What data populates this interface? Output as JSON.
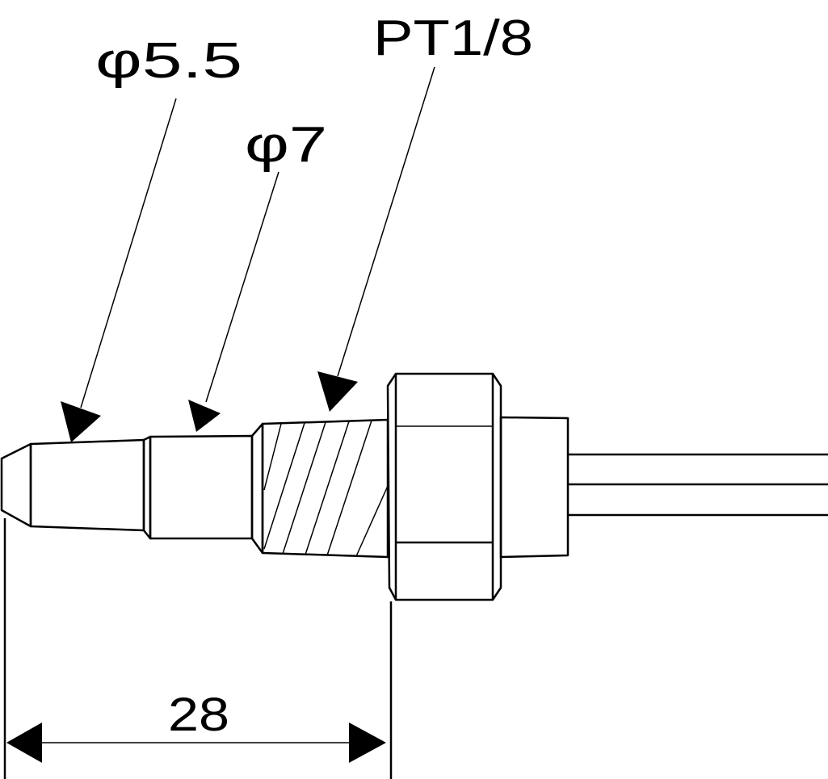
{
  "labels": {
    "tip_diameter": "φ5.5",
    "body_diameter": "φ7",
    "thread": "PT1/8",
    "length_dimension": "28"
  },
  "colors": {
    "line": "#000000",
    "background": "#ffffff"
  }
}
